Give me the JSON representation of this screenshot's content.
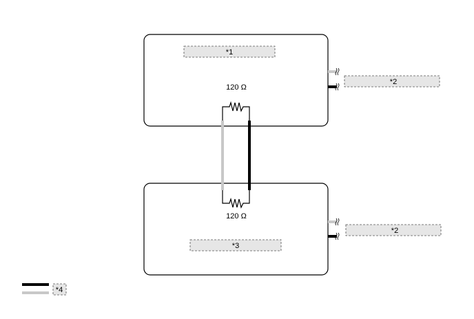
{
  "diagram": {
    "top_ecu": {
      "label": "*1",
      "resistor": "120 Ω"
    },
    "bottom_ecu": {
      "label": "*3",
      "resistor": "120 Ω"
    },
    "bus_top_label": "*2",
    "bus_bottom_label": "*2",
    "legend": {
      "label": "*4"
    },
    "colors": {
      "can_high_wire": "#000000",
      "can_low_wire": "#c8c8c8",
      "label_fill": "#e6e6e6",
      "outline": "#000000"
    }
  }
}
